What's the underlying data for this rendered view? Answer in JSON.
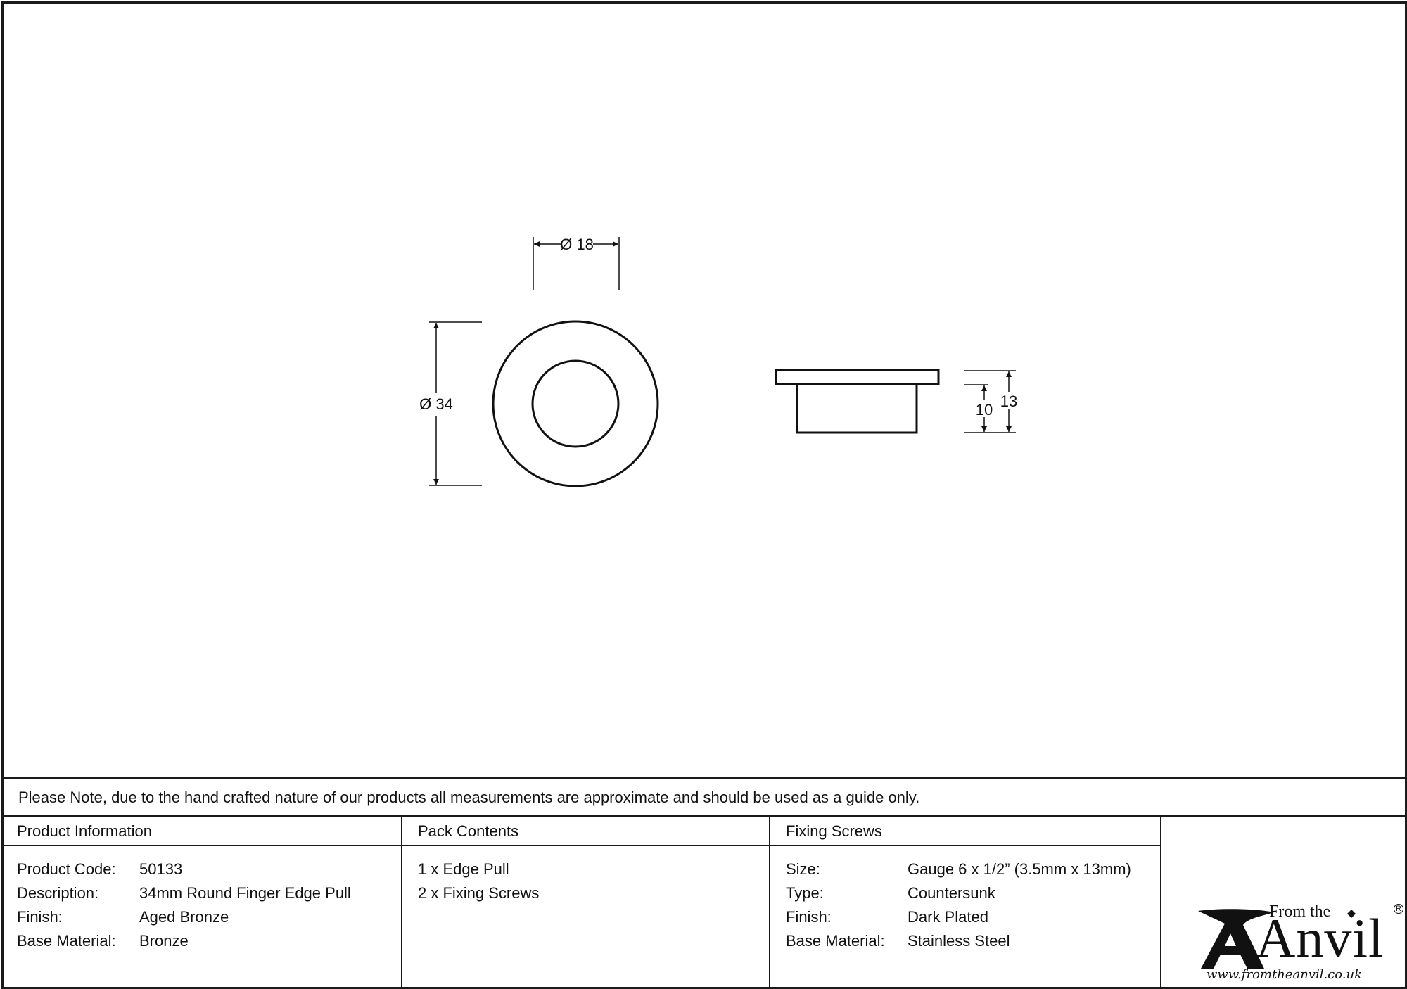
{
  "drawing": {
    "front_view": {
      "outer_diameter_label": "Ø 34",
      "inner_diameter_label": "Ø 18"
    },
    "side_view": {
      "total_height_label": "13",
      "body_height_label": "10"
    }
  },
  "note": "Please Note, due to the hand crafted nature of our products all measurements are approximate and should be used as a guide only.",
  "product_information": {
    "heading": "Product Information",
    "rows": [
      {
        "label": "Product Code:",
        "value": "50133"
      },
      {
        "label": "Description:",
        "value": "34mm Round Finger Edge Pull"
      },
      {
        "label": "Finish:",
        "value": "Aged Bronze"
      },
      {
        "label": "Base Material:",
        "value": "Bronze"
      }
    ]
  },
  "pack_contents": {
    "heading": "Pack Contents",
    "items": [
      "1 x Edge Pull",
      "2 x Fixing Screws"
    ]
  },
  "fixing_screws": {
    "heading": "Fixing Screws",
    "rows": [
      {
        "label": "Size:",
        "value": "Gauge 6 x 1/2” (3.5mm x 13mm)"
      },
      {
        "label": "Type:",
        "value": "Countersunk"
      },
      {
        "label": "Finish:",
        "value": "Dark Plated"
      },
      {
        "label": "Base Material:",
        "value": "Stainless Steel"
      }
    ]
  },
  "logo": {
    "from_the": "From the",
    "anvil": "Anvil",
    "registered": "R",
    "url": "www.fromtheanvil.co.uk"
  }
}
